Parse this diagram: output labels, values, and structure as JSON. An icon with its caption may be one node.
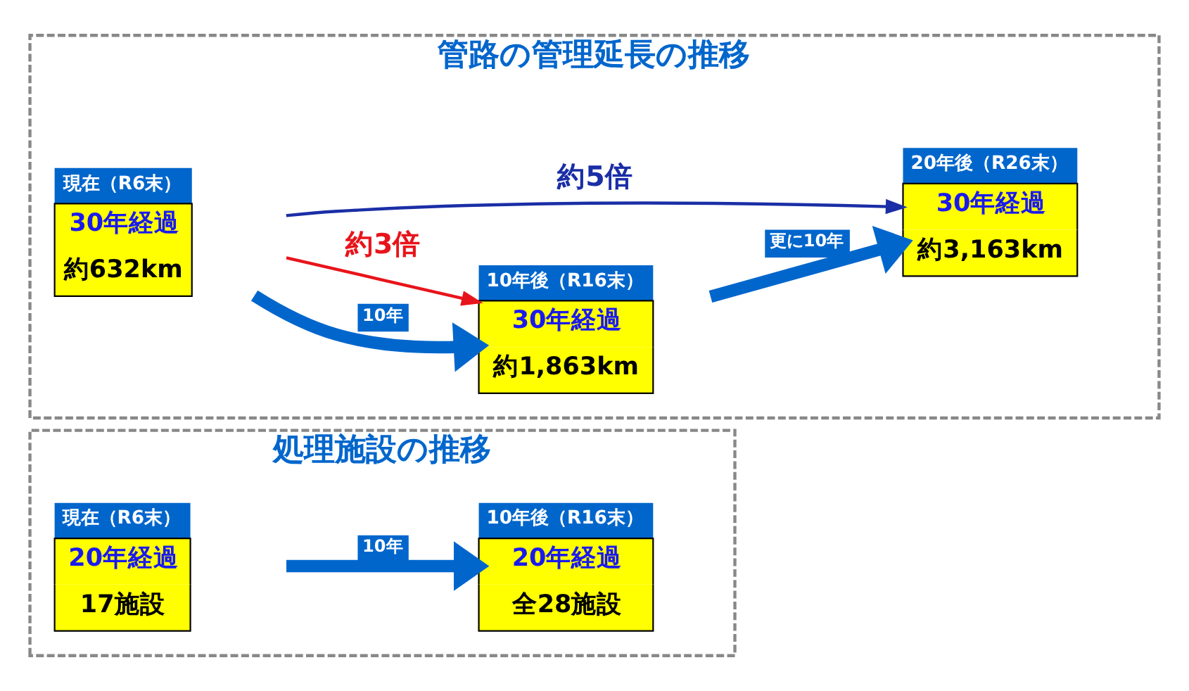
{
  "diagram": {
    "nodes": [
      {
        "text": [
          "管路の管理延長の推移"
        ]
      },
      {
        "text": [
          "現在（R6末）",
          "30年経過",
          "約632km"
        ],
        "in": 0
      },
      {
        "text": [
          "10年後（R16末）",
          "30年経過",
          "約1,863km"
        ],
        "in": 0
      },
      {
        "text": [
          "20年後（R26末）",
          "30年経過",
          "約3,163km"
        ],
        "in": 0
      },
      {
        "text": [
          "処理施設の推移"
        ]
      },
      {
        "text": [
          "現在（R6末）",
          "20年経過",
          "17施設"
        ],
        "in": 4
      },
      {
        "text": [
          "10年後（R16末）",
          "20年経過",
          "全28施設"
        ],
        "in": 4
      }
    ],
    "edges": [
      {
        "from": 1,
        "to": 2,
        "arrow": "to",
        "label": "10年"
      },
      {
        "from": 2,
        "to": 3,
        "arrow": "to",
        "label": "更に10年"
      },
      {
        "from": 1,
        "to": 2,
        "arrow": "to",
        "label": "約3倍",
        "color": "#e8141b"
      },
      {
        "from": 1,
        "to": 3,
        "arrow": "to",
        "label": "約5倍",
        "color": "#1a2ea6"
      },
      {
        "from": 5,
        "to": 6,
        "arrow": "to",
        "label": "10年"
      }
    ]
  }
}
